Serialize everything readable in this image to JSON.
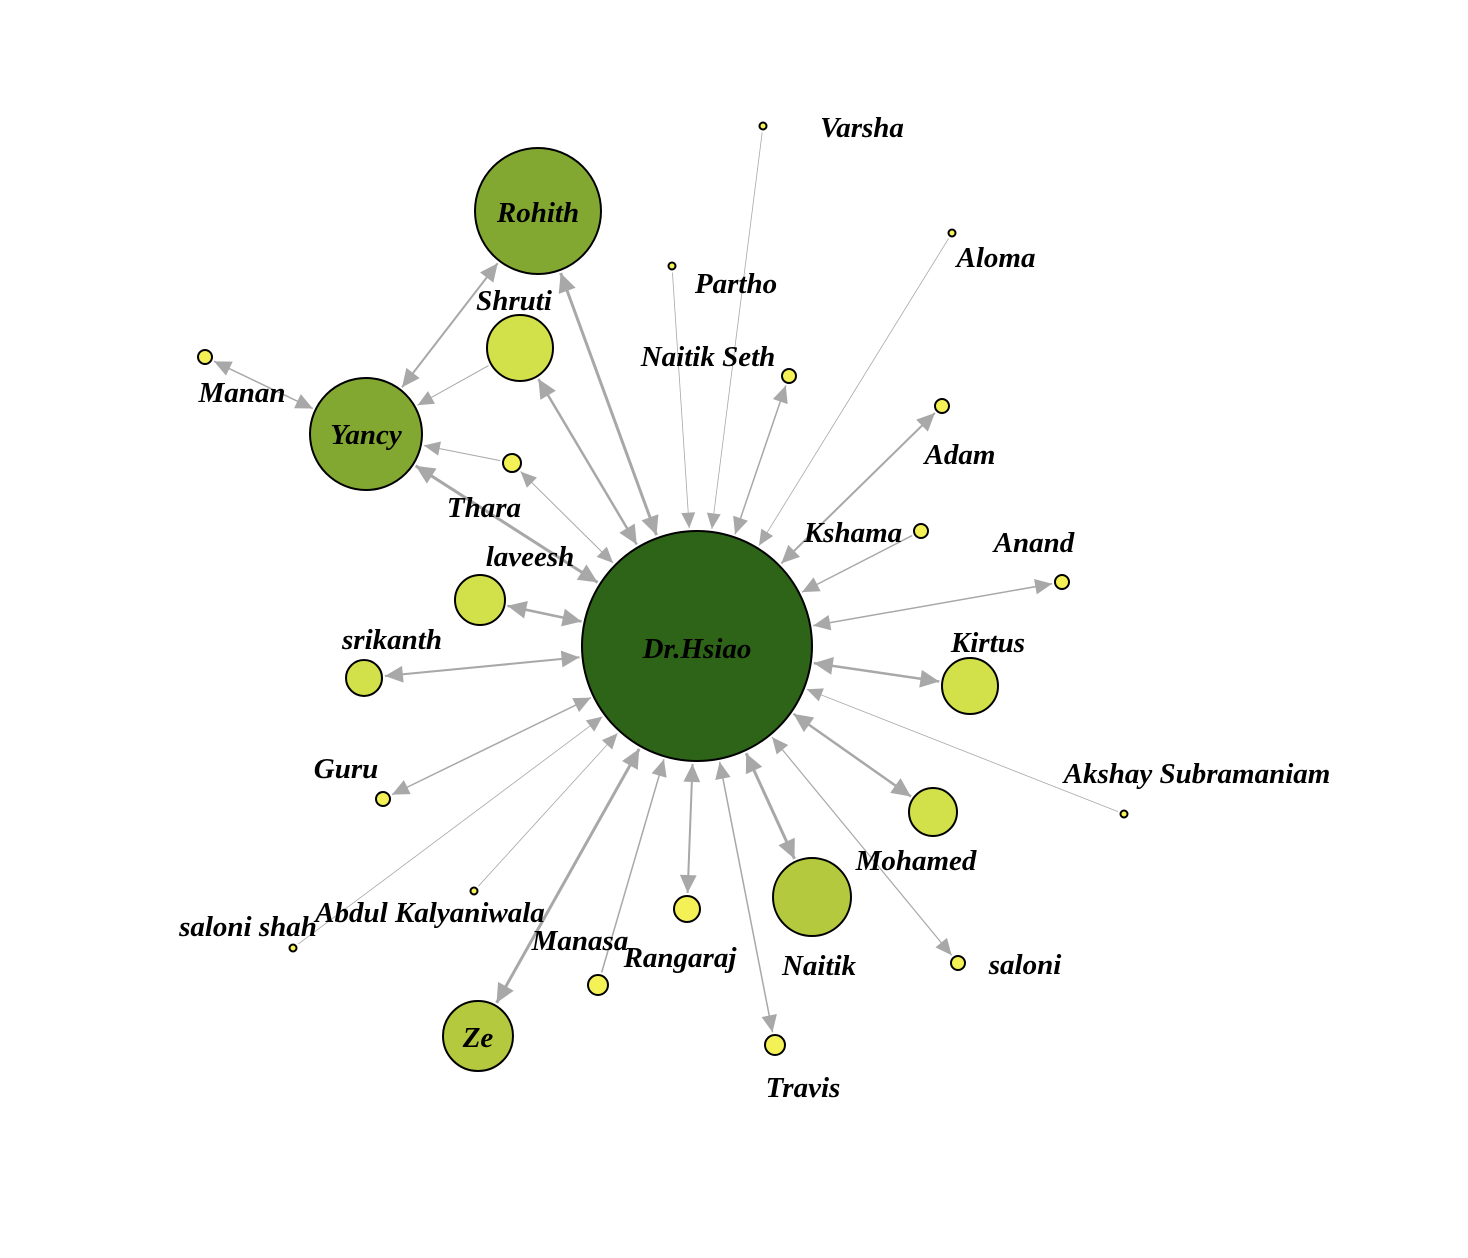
{
  "colors": {
    "edge": "#a8a8a8",
    "hub": "#2d6417",
    "large": "#83a832",
    "medium": "#b4c93d",
    "light": "#d2e04a",
    "small": "#f3f155",
    "leaf": "#f6f45a"
  },
  "nodes": [
    {
      "id": "hsiao",
      "label": "Dr.Hsiao",
      "color": "hub"
    },
    {
      "id": "rohith",
      "label": "Rohith",
      "color": "large"
    },
    {
      "id": "yancy",
      "label": "Yancy",
      "color": "large"
    },
    {
      "id": "shruti",
      "label": "Shruti",
      "color": "light"
    },
    {
      "id": "manan",
      "label": "Manan",
      "color": "small"
    },
    {
      "id": "thara",
      "label": "Thara",
      "color": "small"
    },
    {
      "id": "laveesh",
      "label": "laveesh",
      "color": "light"
    },
    {
      "id": "srikanth",
      "label": "srikanth",
      "color": "light"
    },
    {
      "id": "guru",
      "label": "Guru",
      "color": "small"
    },
    {
      "id": "saloni_shah",
      "label": "saloni shah",
      "color": "leaf"
    },
    {
      "id": "abdul",
      "label": "Abdul Kalyaniwala",
      "color": "leaf"
    },
    {
      "id": "ze",
      "label": "Ze",
      "color": "medium"
    },
    {
      "id": "manasa",
      "label": "Manasa",
      "color": "small"
    },
    {
      "id": "rangaraj",
      "label": "Rangaraj",
      "color": "small"
    },
    {
      "id": "travis",
      "label": "Travis",
      "color": "small"
    },
    {
      "id": "naitik",
      "label": "Naitik",
      "color": "medium"
    },
    {
      "id": "mohamed",
      "label": "Mohamed",
      "color": "light"
    },
    {
      "id": "saloni",
      "label": "saloni",
      "color": "small"
    },
    {
      "id": "akshay",
      "label": "Akshay Subramaniam",
      "color": "leaf"
    },
    {
      "id": "kirtus",
      "label": "Kirtus",
      "color": "light"
    },
    {
      "id": "anand",
      "label": "Anand",
      "color": "small"
    },
    {
      "id": "kshama",
      "label": "Kshama",
      "color": "small"
    },
    {
      "id": "adam",
      "label": "Adam",
      "color": "small"
    },
    {
      "id": "naitik_seth",
      "label": "Naitik Seth",
      "color": "small"
    },
    {
      "id": "partho",
      "label": "Partho",
      "color": "leaf"
    },
    {
      "id": "varsha",
      "label": "Varsha",
      "color": "leaf"
    },
    {
      "id": "aloma",
      "label": "Aloma",
      "color": "leaf"
    }
  ],
  "edges": [
    {
      "from": "rohith",
      "to": "hsiao",
      "weight": 3,
      "arrows": "both"
    },
    {
      "from": "rohith",
      "to": "yancy",
      "weight": 2,
      "arrows": "both"
    },
    {
      "from": "shruti",
      "to": "hsiao",
      "weight": 2.5,
      "arrows": "both"
    },
    {
      "from": "shruti",
      "to": "yancy",
      "weight": 1,
      "arrows": "to"
    },
    {
      "from": "manan",
      "to": "yancy",
      "weight": 1.5,
      "arrows": "both"
    },
    {
      "from": "thara",
      "to": "yancy",
      "weight": 1,
      "arrows": "to"
    },
    {
      "from": "thara",
      "to": "hsiao",
      "weight": 1,
      "arrows": "both"
    },
    {
      "from": "yancy",
      "to": "hsiao",
      "weight": 3,
      "arrows": "both"
    },
    {
      "from": "laveesh",
      "to": "hsiao",
      "weight": 2.5,
      "arrows": "both"
    },
    {
      "from": "srikanth",
      "to": "hsiao",
      "weight": 2,
      "arrows": "both"
    },
    {
      "from": "guru",
      "to": "hsiao",
      "weight": 1.5,
      "arrows": "both"
    },
    {
      "from": "saloni_shah",
      "to": "hsiao",
      "weight": 0.8,
      "arrows": "to"
    },
    {
      "from": "abdul",
      "to": "hsiao",
      "weight": 0.8,
      "arrows": "to"
    },
    {
      "from": "ze",
      "to": "hsiao",
      "weight": 3,
      "arrows": "both"
    },
    {
      "from": "manasa",
      "to": "hsiao",
      "weight": 1.5,
      "arrows": "to"
    },
    {
      "from": "rangaraj",
      "to": "hsiao",
      "weight": 2,
      "arrows": "both"
    },
    {
      "from": "travis",
      "to": "hsiao",
      "weight": 1.5,
      "arrows": "both"
    },
    {
      "from": "naitik",
      "to": "hsiao",
      "weight": 3,
      "arrows": "both"
    },
    {
      "from": "mohamed",
      "to": "hsiao",
      "weight": 2.5,
      "arrows": "both"
    },
    {
      "from": "saloni",
      "to": "hsiao",
      "weight": 1.2,
      "arrows": "both"
    },
    {
      "from": "akshay",
      "to": "hsiao",
      "weight": 0.8,
      "arrows": "to"
    },
    {
      "from": "kirtus",
      "to": "hsiao",
      "weight": 2.5,
      "arrows": "both"
    },
    {
      "from": "anand",
      "to": "hsiao",
      "weight": 1.5,
      "arrows": "both"
    },
    {
      "from": "kshama",
      "to": "hsiao",
      "weight": 1.5,
      "arrows": "to"
    },
    {
      "from": "adam",
      "to": "hsiao",
      "weight": 2,
      "arrows": "both"
    },
    {
      "from": "naitik_seth",
      "to": "hsiao",
      "weight": 1.5,
      "arrows": "both"
    },
    {
      "from": "partho",
      "to": "hsiao",
      "weight": 0.8,
      "arrows": "to"
    },
    {
      "from": "varsha",
      "to": "hsiao",
      "weight": 0.8,
      "arrows": "to"
    },
    {
      "from": "aloma",
      "to": "hsiao",
      "weight": 0.8,
      "arrows": "to"
    }
  ]
}
